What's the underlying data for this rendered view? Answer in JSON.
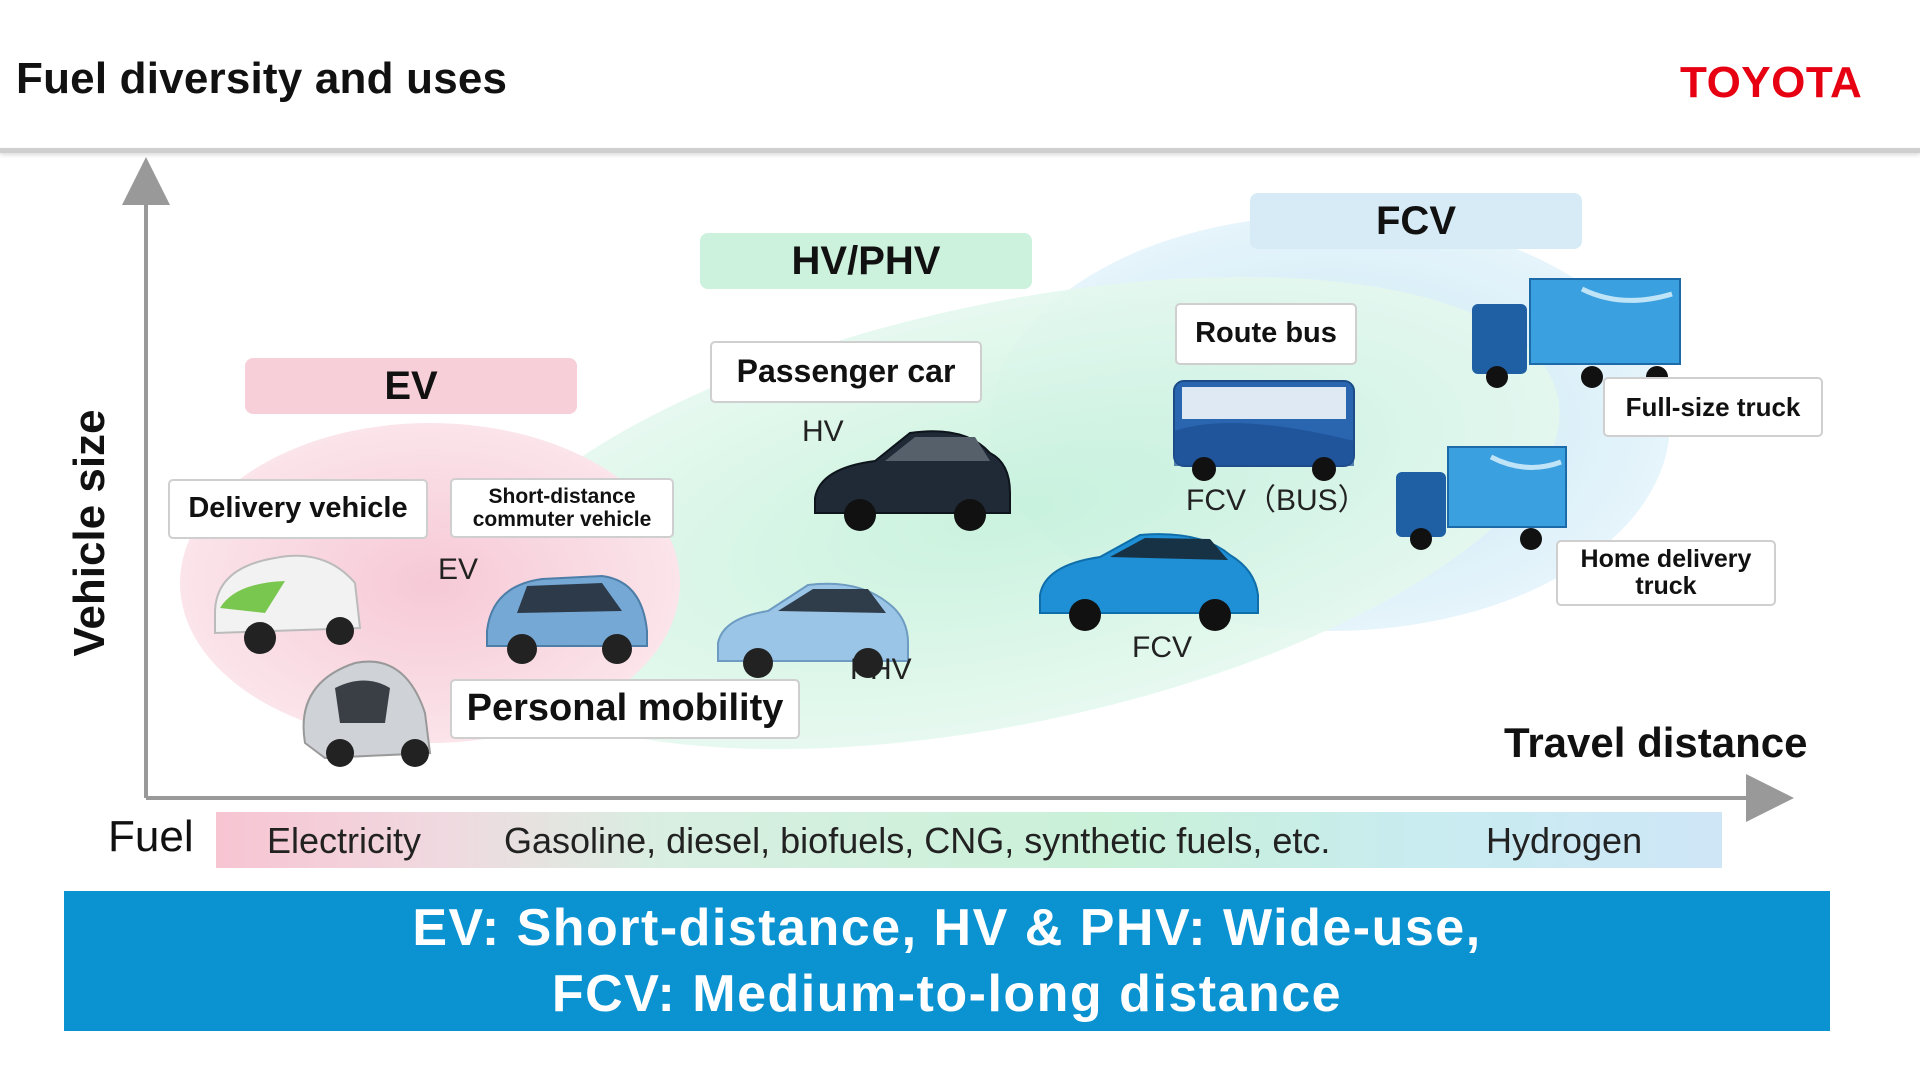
{
  "header": {
    "title": "Fuel diversity and uses",
    "brand": "TOYOTA"
  },
  "categories": {
    "ev": "EV",
    "hv_phv": "HV/PHV",
    "fcv": "FCV"
  },
  "boxes": {
    "delivery_vehicle": "Delivery vehicle",
    "commuter_line1": "Short-distance",
    "commuter_line2": "commuter vehicle",
    "passenger_car": "Passenger car",
    "route_bus": "Route bus",
    "full_size_truck": "Full-size truck",
    "home_delivery_line1": "Home delivery",
    "home_delivery_line2": "truck",
    "personal_mobility": "Personal mobility"
  },
  "vehicle_labels": {
    "hv": "HV",
    "ev": "EV",
    "phv": "PHV",
    "fcv_bus": "FCV（BUS）",
    "fcv": "FCV"
  },
  "axes": {
    "y": "Vehicle size",
    "x": "Travel distance"
  },
  "fuel": {
    "title": "Fuel",
    "electricity": "Electricity",
    "gasoline": "Gasoline, diesel, biofuels, CNG, synthetic fuels, etc.",
    "hydrogen": "Hydrogen"
  },
  "banner": {
    "line1": "EV: Short-distance, HV & PHV: Wide-use,",
    "line2": "FCV: Medium-to-long distance"
  },
  "colors": {
    "ev_pink": "#f7cfd8",
    "hv_green": "#ccf1dd",
    "fcv_blue": "#d6ebf6",
    "brand_red": "#e60012",
    "banner_blue": "#0b92d1"
  },
  "icons": [
    "delivery-vehicle-icon",
    "personal-mobility-icon",
    "ev-car-icon",
    "hv-sedan-icon",
    "phv-hatchback-icon",
    "fcv-car-icon",
    "fcv-bus-icon",
    "full-size-truck-icon",
    "home-delivery-truck-icon"
  ]
}
